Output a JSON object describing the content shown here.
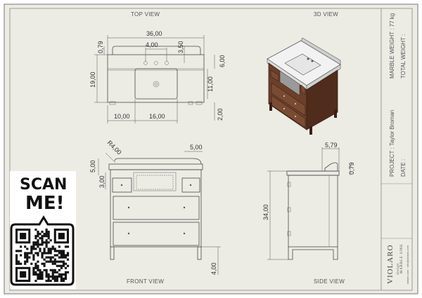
{
  "views": {
    "top": "TOP VIEW",
    "iso": "3D VIEW",
    "front": "FRONT VIEW",
    "side": "SIDE VIEW"
  },
  "dimensions": {
    "top_width": "36,00",
    "top_holes": "4,00",
    "top_edge": "0,79",
    "top_height": "3,50",
    "top_depth": "19,00",
    "top_right1": "6,00",
    "top_right2": "11,00",
    "top_right3": "2,00",
    "top_left_offset": "10,00",
    "top_sink_width": "16,00",
    "front_radius": "R4,00",
    "front_splash": "5,00",
    "front_left1": "5,00",
    "front_left2": "3,00",
    "front_leg": "4,00",
    "side_top": "5,79",
    "side_edge": "0,79",
    "side_height": "34,00"
  },
  "info": {
    "marble_weight": "MARBLE WEIGHT : 77 kg",
    "total_weight": "TOTAL WEIGHT :",
    "project": "PROJECT : Taylor Broman",
    "date": "DATE :"
  },
  "qr": {
    "line1": "SCAN",
    "line2": "ME!"
  },
  "logo": {
    "brand": "VIOLARO",
    "sub": "MARBLE SINK",
    "script": "design",
    "contact": "violaro.com · info@violaro.com"
  }
}
